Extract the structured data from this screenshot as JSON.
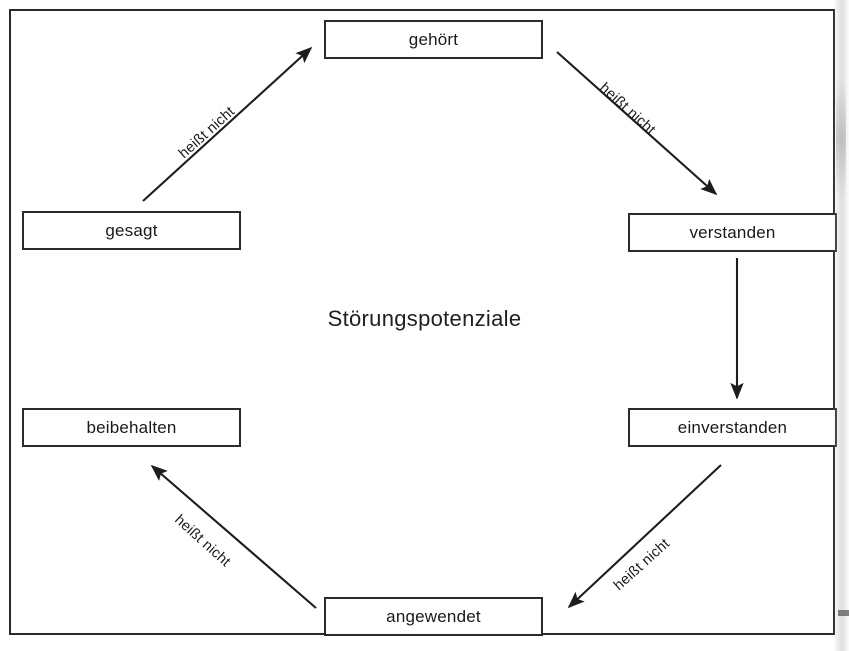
{
  "diagram": {
    "type": "cycle",
    "center_label": "Störungspotenziale",
    "nodes": [
      {
        "id": "gehoert",
        "label": "gehört"
      },
      {
        "id": "verstanden",
        "label": "verstanden"
      },
      {
        "id": "einverstanden",
        "label": "einverstanden"
      },
      {
        "id": "angewendet",
        "label": "angewendet"
      },
      {
        "id": "beibehalten",
        "label": "beibehalten"
      },
      {
        "id": "gesagt",
        "label": "gesagt"
      }
    ],
    "edges": [
      {
        "from": "gesagt",
        "to": "gehoert",
        "label": "heißt nicht"
      },
      {
        "from": "gehoert",
        "to": "verstanden",
        "label": "heißt nicht"
      },
      {
        "from": "verstanden",
        "to": "einverstanden",
        "label": ""
      },
      {
        "from": "einverstanden",
        "to": "angewendet",
        "label": "heißt nicht"
      },
      {
        "from": "angewendet",
        "to": "beibehalten",
        "label": "heißt nicht"
      }
    ],
    "edge_labels": {
      "gesagt_gehoert": "heißt nicht",
      "gehoert_verstanden": "heißt nicht",
      "einverstanden_angewendet": "heißt nicht",
      "angewendet_beibehalten": "heißt nicht"
    },
    "colors": {
      "stroke": "#2b2b2b",
      "text": "#1a1a1a",
      "background": "#ffffff"
    }
  }
}
